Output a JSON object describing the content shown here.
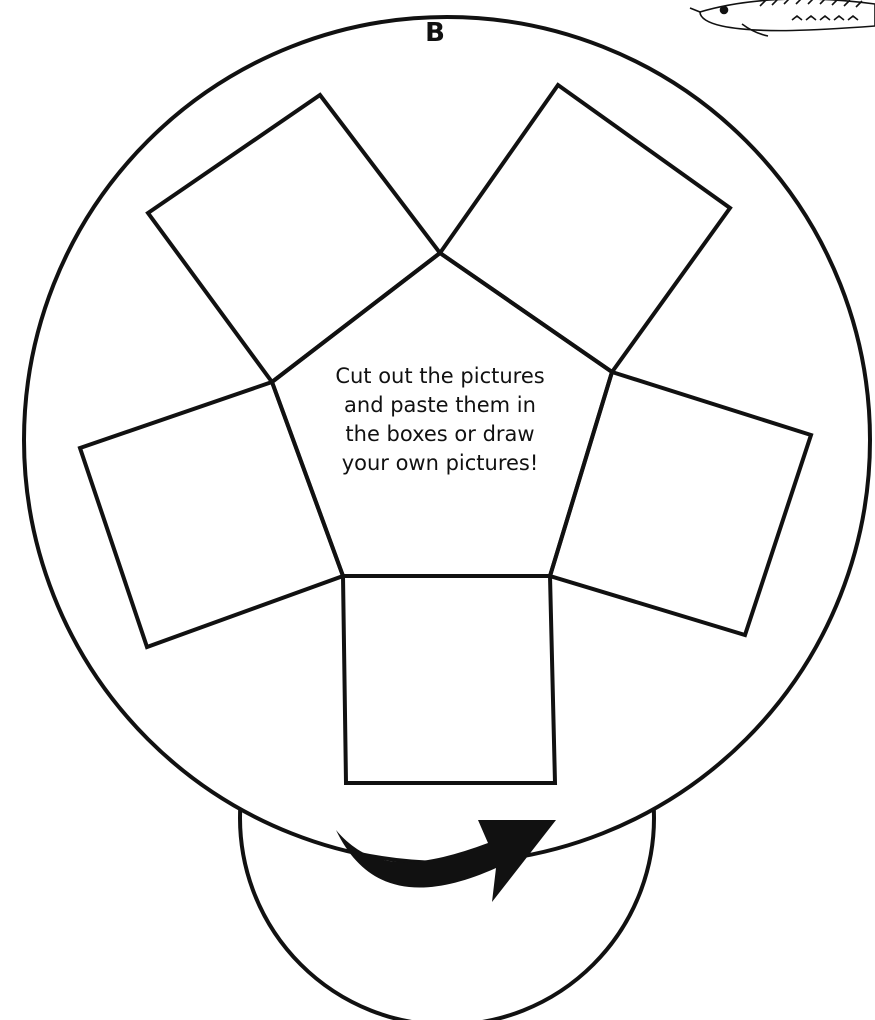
{
  "page": {
    "letter": "B"
  },
  "center": {
    "lines": [
      "Cut out the pictures",
      "and paste them in",
      "the boxes or draw",
      "your own pictures!"
    ]
  },
  "picture_boxes": [
    {
      "label": ""
    },
    {
      "label": ""
    },
    {
      "label": ""
    },
    {
      "label": ""
    },
    {
      "label": ""
    }
  ],
  "decorations": {
    "corner_icon": "sturgeon-fish-icon",
    "arrow_icon": "curved-arrow-right-icon"
  },
  "colors": {
    "ink": "#111111",
    "paper": "#ffffff"
  }
}
